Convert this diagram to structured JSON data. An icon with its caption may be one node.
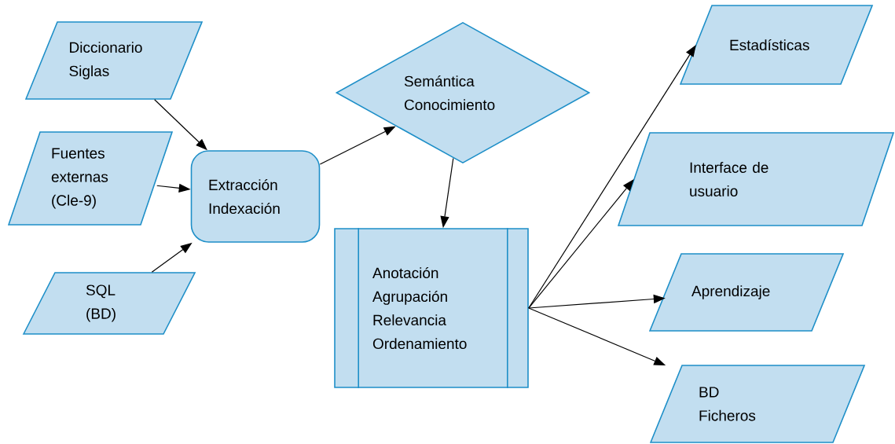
{
  "diagram": {
    "nodes": [
      {
        "text": [
          "Diccionario",
          "Siglas"
        ]
      },
      {
        "text": [
          "Fuentes externas (Cle-9)"
        ]
      },
      {
        "text": [
          "SQL (BD)"
        ]
      },
      {
        "text": [
          "Extracción",
          "Indexación"
        ]
      },
      {
        "text": [
          "Semántica",
          "Conocimiento"
        ]
      },
      {
        "text": [
          "Anotación",
          "Agrupación",
          "Relevancia",
          "Ordenamiento"
        ]
      },
      {
        "text": [
          "Estadísticas"
        ]
      },
      {
        "text": [
          "Interface de usuario"
        ]
      },
      {
        "text": [
          "Aprendizaje"
        ]
      },
      {
        "text": [
          "BD",
          "Ficheros"
        ]
      }
    ],
    "edges": [
      {
        "from": 0,
        "to": 3,
        "arrow": "to"
      },
      {
        "from": 1,
        "to": 3,
        "arrow": "to"
      },
      {
        "from": 2,
        "to": 3,
        "arrow": "to"
      },
      {
        "from": 3,
        "to": 4,
        "arrow": "to"
      },
      {
        "from": 4,
        "to": 5,
        "arrow": "to"
      },
      {
        "from": 5,
        "to": 6,
        "arrow": "to"
      },
      {
        "from": 5,
        "to": 7,
        "arrow": "to"
      },
      {
        "from": 5,
        "to": 8,
        "arrow": "to"
      },
      {
        "from": 5,
        "to": 9,
        "arrow": "to"
      }
    ]
  }
}
